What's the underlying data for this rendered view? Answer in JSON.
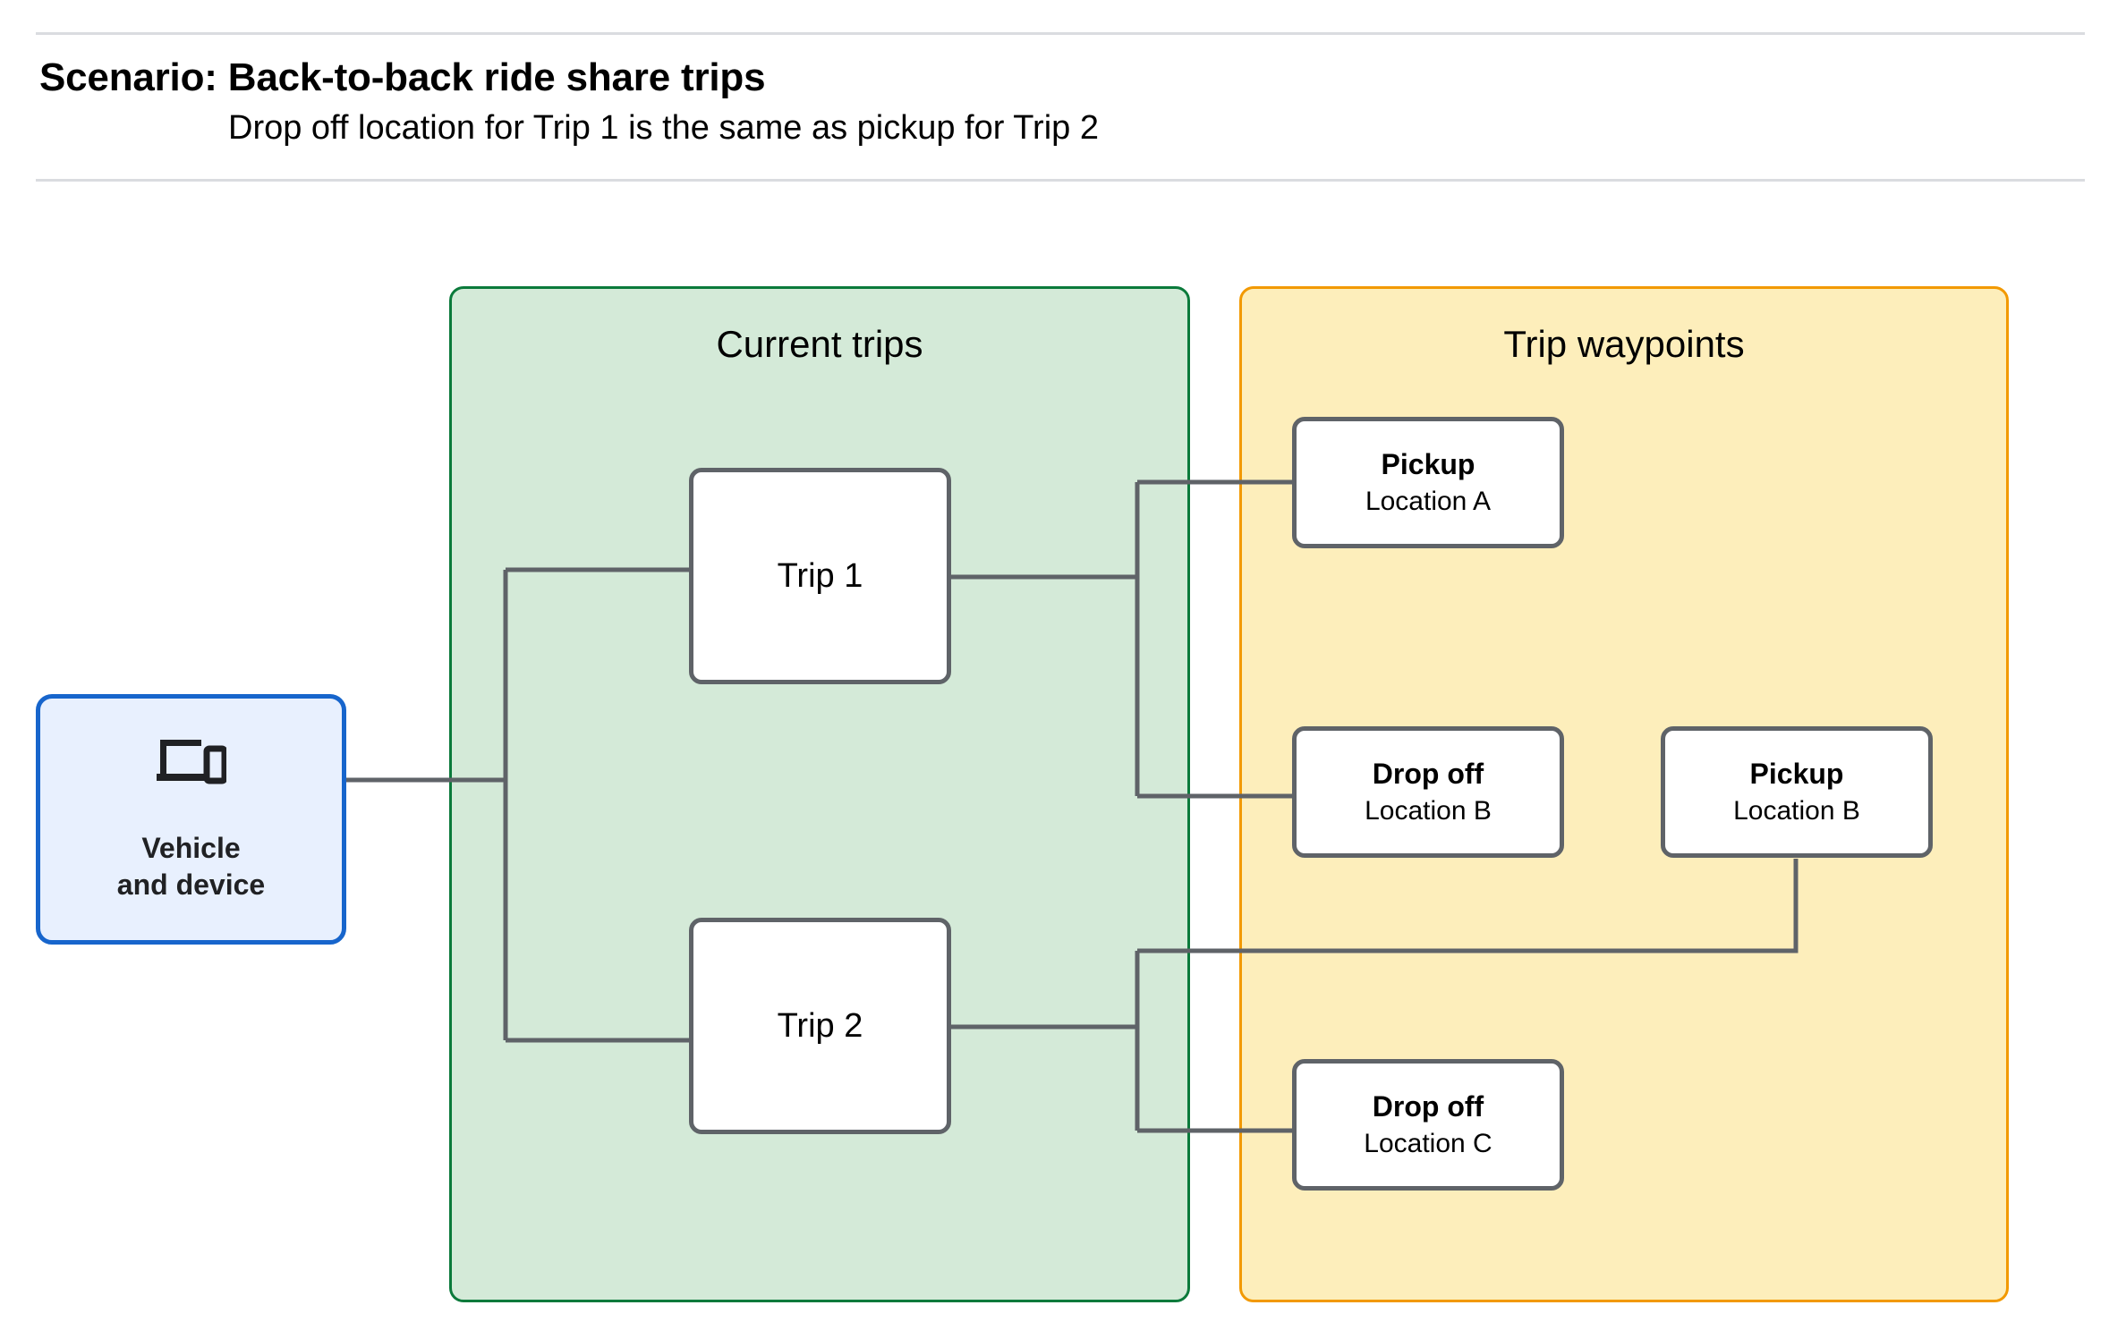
{
  "header": {
    "title": "Scenario: Back-to-back ride share trips",
    "subtitle": "Drop off  location for Trip 1 is the same as pickup for Trip 2"
  },
  "groups": {
    "current_trips": {
      "title": "Current trips",
      "fill_color": "#d4ead8",
      "border_color": "#0b7a3b"
    },
    "trip_waypoints": {
      "title": "Trip waypoints",
      "fill_color": "#fdeebb",
      "border_color": "#f29900"
    }
  },
  "nodes": {
    "vehicle": {
      "icon": "devices-icon",
      "line1": "Vehicle",
      "line2": "and device",
      "fill_color": "#e8f0fe",
      "border_color": "#1765cc"
    },
    "trip_1": {
      "label": "Trip 1"
    },
    "trip_2": {
      "label": "Trip 2"
    },
    "pickup_a": {
      "kind": "Pickup",
      "location": "Location A"
    },
    "dropoff_b": {
      "kind": "Drop off",
      "location": "Location B"
    },
    "pickup_b": {
      "kind": "Pickup",
      "location": "Location B"
    },
    "dropoff_c": {
      "kind": "Drop off",
      "location": "Location C"
    }
  },
  "connector_color": "#5f6368",
  "edges": [
    {
      "from": "vehicle",
      "to": "trip-1"
    },
    {
      "from": "vehicle",
      "to": "trip-2"
    },
    {
      "from": "trip-1",
      "to": "pickup-a"
    },
    {
      "from": "trip-1",
      "to": "dropoff-b"
    },
    {
      "from": "trip-2",
      "to": "pickup-b"
    },
    {
      "from": "trip-2",
      "to": "dropoff-c"
    }
  ]
}
